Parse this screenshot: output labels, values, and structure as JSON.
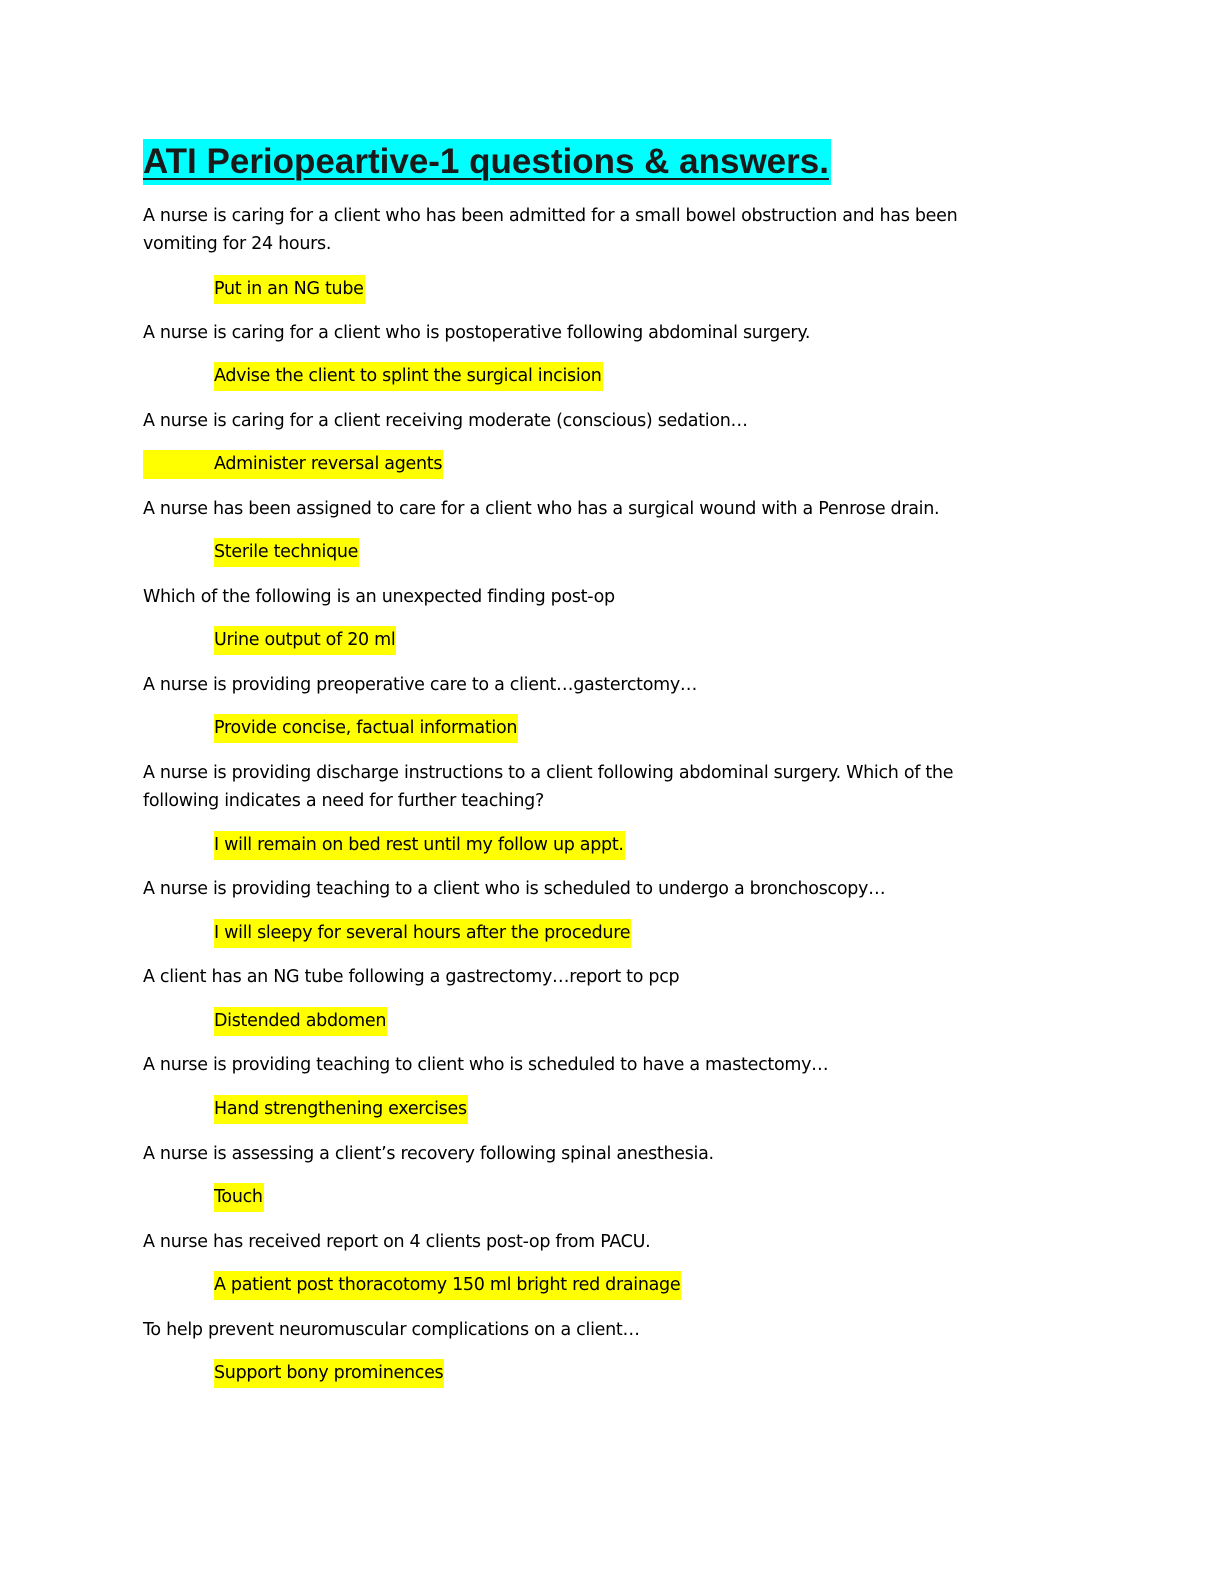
{
  "document": {
    "title": "ATI Periopeartive-1 questions & answers.",
    "items": [
      {
        "question": "A nurse is caring for a client who has been admitted for a small bowel obstruction and has been vomiting for 24 hours.",
        "answer": "Put in an NG tube"
      },
      {
        "question": "A nurse is caring for a client who is postoperative following abdominal surgery.",
        "answer": "Advise the client to splint the surgical incision"
      },
      {
        "question": "A nurse is caring for a client receiving moderate (conscious) sedation…",
        "answer": "Administer reversal agents"
      },
      {
        "question": "A nurse has been assigned to care for a client who has a surgical wound with a Penrose drain.",
        "answer": "Sterile technique"
      },
      {
        "question": "Which of the following is an unexpected finding post-op",
        "answer": "Urine output of 20 ml"
      },
      {
        "question": "A nurse is providing preoperative care to a client…gasterctomy…",
        "answer": "Provide concise, factual information"
      },
      {
        "question": "A nurse is providing discharge instructions to a client following abdominal surgery. Which of the following indicates a need for further teaching?",
        "answer": "I will remain on bed rest until my follow up appt."
      },
      {
        "question": "A nurse is providing teaching to a client who is scheduled to undergo a bronchoscopy…",
        "answer": "I will sleepy for several hours after the procedure"
      },
      {
        "question": "A client has an NG tube following a gastrectomy…report to pcp",
        "answer": "Distended abdomen"
      },
      {
        "question": "A nurse is providing teaching to client who is scheduled to have a mastectomy…",
        "answer": "Hand strengthening exercises"
      },
      {
        "question": "A nurse is assessing a client’s recovery following spinal anesthesia.",
        "answer": "Touch"
      },
      {
        "question": "A nurse has received report on 4 clients post-op from PACU.",
        "answer": "A patient post thoracotomy 150 ml bright red drainage"
      },
      {
        "question": "To help prevent neuromuscular complications on a client…",
        "answer": "Support bony prominences"
      }
    ]
  },
  "colors": {
    "title_highlight": "#00ffff",
    "answer_highlight": "#ffff00"
  }
}
